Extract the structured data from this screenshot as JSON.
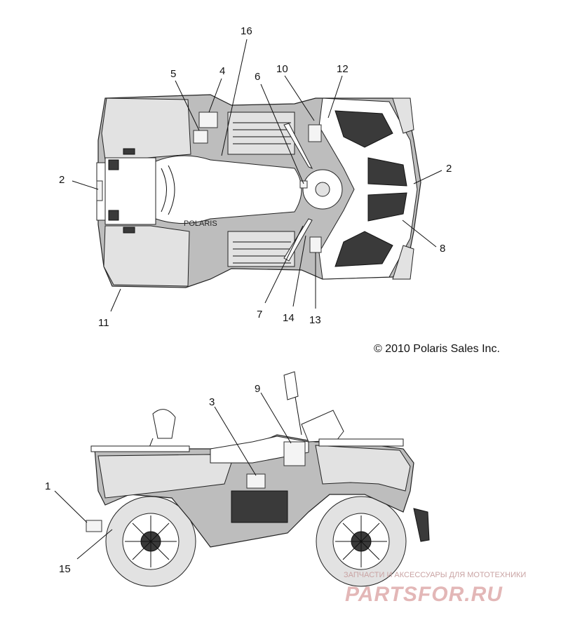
{
  "copyright": "© 2010 Polaris Sales Inc.",
  "callouts": {
    "c1": "1",
    "c2_left": "2",
    "c2_right": "2",
    "c3": "3",
    "c4": "4",
    "c5": "5",
    "c6": "6",
    "c7": "7",
    "c8": "8",
    "c9": "9",
    "c10": "10",
    "c11": "11",
    "c12": "12",
    "c13": "13",
    "c14": "14",
    "c15": "15",
    "c16": "16"
  },
  "hood_lettering": "POLARIS",
  "watermark": {
    "line1": "ЗАПЧАСТИ И АКСЕССУАРЫ ДЛЯ МОТОТЕХНИКИ",
    "line2": "PARTSFOR.RU"
  }
}
